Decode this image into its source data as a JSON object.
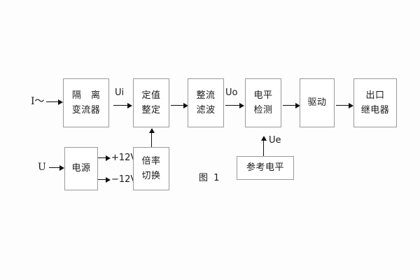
{
  "figure": {
    "caption": "图 1",
    "background": "#fdfdfd",
    "box_border_color": "#9a9a9a",
    "line_color": "#111111",
    "text_color": "#1a1a1a"
  },
  "inputs": [
    {
      "id": "current-input",
      "label": "I～"
    },
    {
      "id": "voltage-input",
      "label": "U"
    }
  ],
  "blocks": [
    {
      "id": "isolation-ct",
      "line1": "隔 离",
      "line2": "变流器"
    },
    {
      "id": "setting-value",
      "line1": "定值",
      "line2": "整定"
    },
    {
      "id": "rectify-filter",
      "line1": "整流",
      "line2": "滤波"
    },
    {
      "id": "level-detect",
      "line1": "电平",
      "line2": "检测"
    },
    {
      "id": "driver",
      "line1": "驱动",
      "line2": ""
    },
    {
      "id": "output-relay",
      "line1": "出口",
      "line2": "继电器"
    },
    {
      "id": "power-supply",
      "line1": "电源",
      "line2": ""
    },
    {
      "id": "multiplier-switch",
      "line1": "倍率",
      "line2": "切换"
    },
    {
      "id": "reference-level",
      "line1": "参考电平",
      "line2": ""
    }
  ],
  "signals": [
    {
      "id": "ui",
      "label": "Ui"
    },
    {
      "id": "uo",
      "label": "Uo"
    },
    {
      "id": "ue",
      "label": "Ue"
    }
  ],
  "rails": [
    {
      "id": "rail-positive",
      "label": "+12V"
    },
    {
      "id": "rail-negative",
      "label": "−12V"
    }
  ]
}
